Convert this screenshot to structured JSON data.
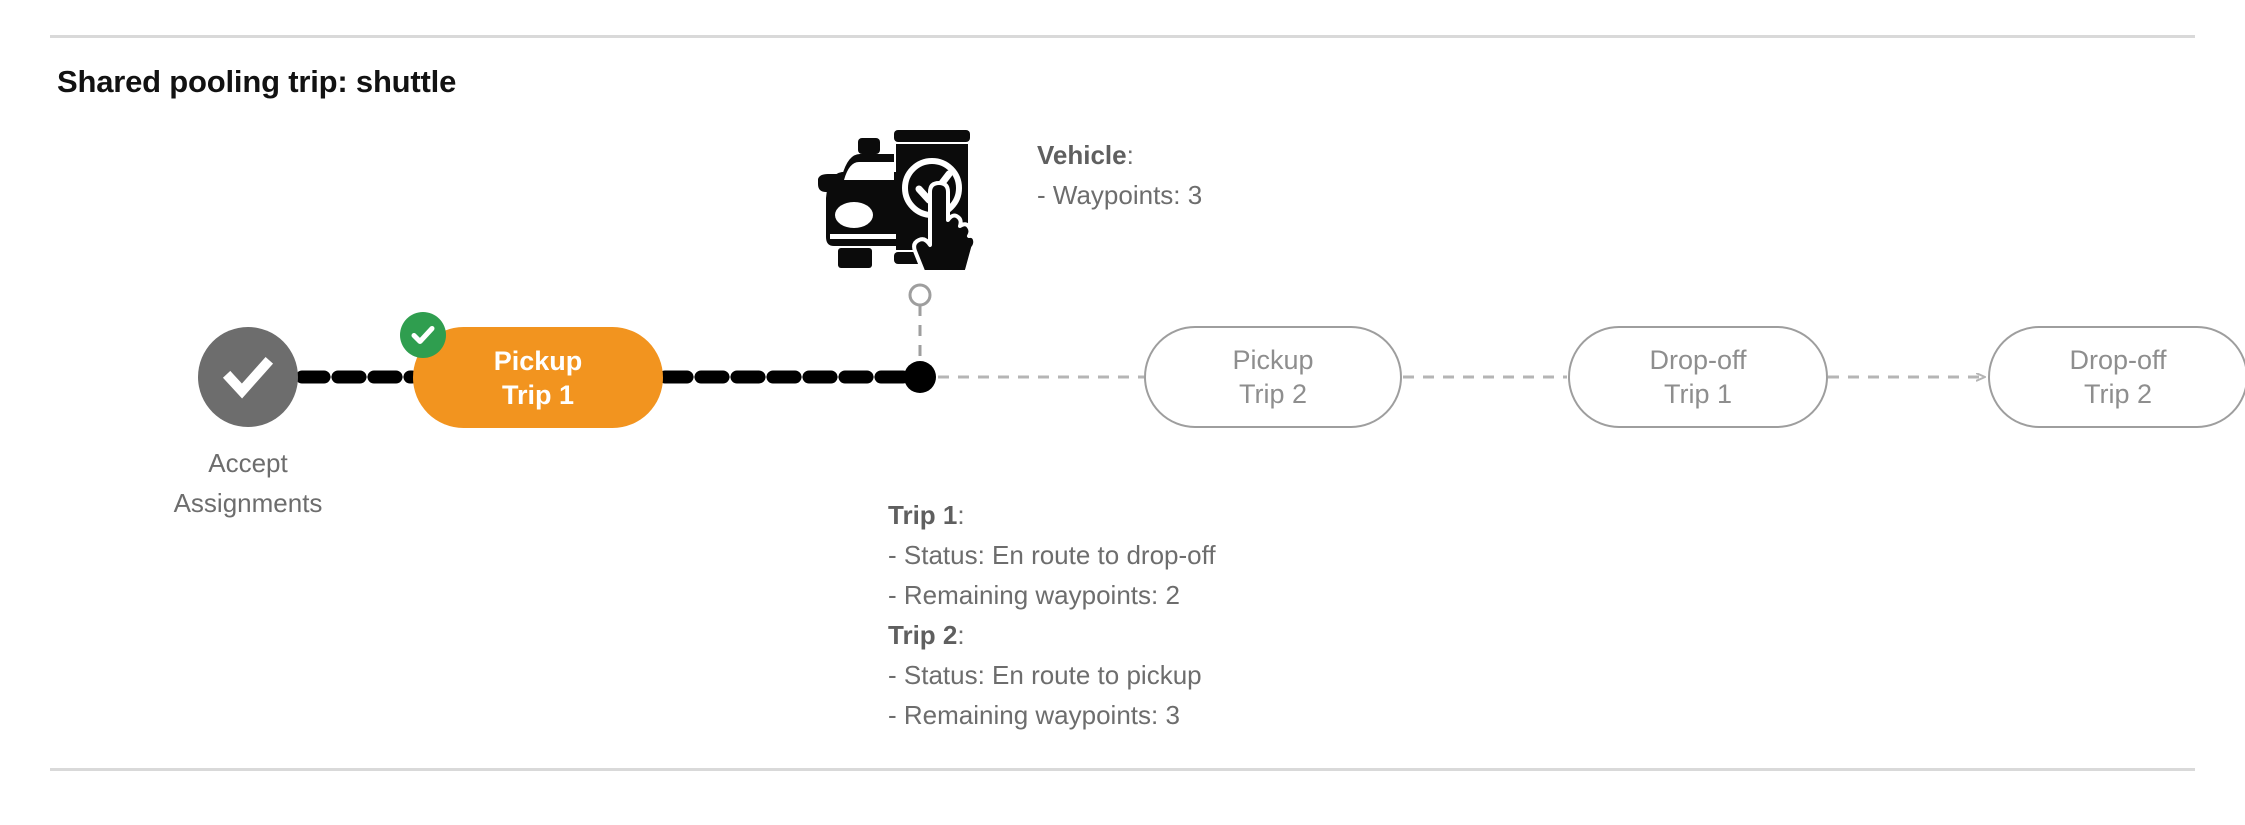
{
  "page": {
    "title": "Shared pooling trip: shuttle"
  },
  "colors": {
    "active_node": "#F2941F",
    "completed_badge": "#2F9E4F",
    "start_node": "#6D6D6D",
    "pending_node_border": "#9E9E9E",
    "pending_node_text": "#8E8E8E",
    "annotation_text": "#6D6D6D",
    "active_edge": "#000000",
    "pending_edge": "#BDBDBD",
    "divider": "#D9D9D9",
    "title_text": "#121212"
  },
  "flow": {
    "start_node": {
      "icon": "check-circle-icon",
      "label_line_1": "Accept",
      "label_line_2": "Assignments"
    },
    "nodes": [
      {
        "id": "pickup-trip-1",
        "line_1": "Pickup",
        "line_2": "Trip 1",
        "state": "active",
        "completed_badge": true,
        "badge_icon": "check-icon"
      },
      {
        "id": "pickup-trip-2",
        "line_1": "Pickup",
        "line_2": "Trip 2",
        "state": "pending",
        "completed_badge": false
      },
      {
        "id": "dropoff-trip-1",
        "line_1": "Drop-off",
        "line_2": "Trip 1",
        "state": "pending",
        "completed_badge": false
      },
      {
        "id": "dropoff-trip-2",
        "line_1": "Drop-off",
        "line_2": "Trip 2",
        "state": "pending",
        "completed_badge": false
      }
    ],
    "current_position_marker": "vehicle-position-dot",
    "vehicle_waypoint_marker": "waypoint-circle-marker"
  },
  "vehicle_annotation": {
    "icon": "car-phone-check-icon",
    "heading": "Vehicle",
    "heading_suffix": ":",
    "rows": [
      "- Waypoints: 3"
    ]
  },
  "trip_annotation": {
    "groups": [
      {
        "heading": "Trip 1",
        "heading_suffix": ":",
        "rows": [
          "- Status:  En route to drop-off",
          "- Remaining waypoints: 2"
        ]
      },
      {
        "heading": "Trip 2",
        "heading_suffix": ":",
        "rows": [
          "- Status:  En route to pickup",
          "- Remaining waypoints: 3"
        ]
      }
    ]
  }
}
